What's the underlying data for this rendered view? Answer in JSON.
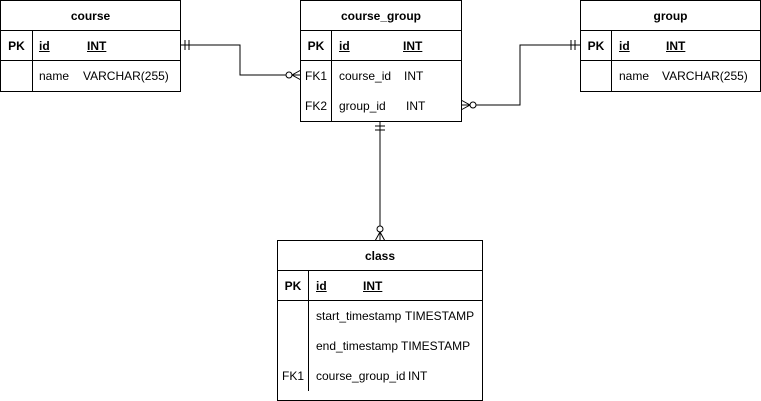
{
  "tables": {
    "course": {
      "title": "course",
      "rows": [
        {
          "key": "PK",
          "name": "id",
          "type": "INT"
        },
        {
          "key": "",
          "name": "name",
          "type": "VARCHAR(255)"
        }
      ]
    },
    "course_group": {
      "title": "course_group",
      "rows": [
        {
          "key": "PK",
          "name": "id",
          "type": "INT"
        },
        {
          "key": "FK1",
          "name": "course_id",
          "type": "INT"
        },
        {
          "key": "FK2",
          "name": "group_id",
          "type": "INT"
        }
      ]
    },
    "group": {
      "title": "group",
      "rows": [
        {
          "key": "PK",
          "name": "id",
          "type": "INT"
        },
        {
          "key": "",
          "name": "name",
          "type": "VARCHAR(255)"
        }
      ]
    },
    "class": {
      "title": "class",
      "rows": [
        {
          "key": "PK",
          "name": "id",
          "type": "INT"
        },
        {
          "key": "",
          "name": "start_timestamp",
          "type": "TIMESTAMP"
        },
        {
          "key": "",
          "name": "end_timestamp",
          "type": "TIMESTAMP"
        },
        {
          "key": "FK1",
          "name": "course_group_id",
          "type": "INT"
        }
      ]
    }
  },
  "relations": [
    {
      "from": "course.id",
      "from_card": "one-and-only-one",
      "to": "course_group.course_id",
      "to_card": "zero-or-many"
    },
    {
      "from": "group.id",
      "from_card": "one-and-only-one",
      "to": "course_group.group_id",
      "to_card": "zero-or-many"
    },
    {
      "from": "course_group.id",
      "from_card": "one-and-only-one",
      "to": "class.course_group_id",
      "to_card": "zero-or-many"
    }
  ],
  "colors": {
    "line": "#000000",
    "background": "#ffffff"
  }
}
